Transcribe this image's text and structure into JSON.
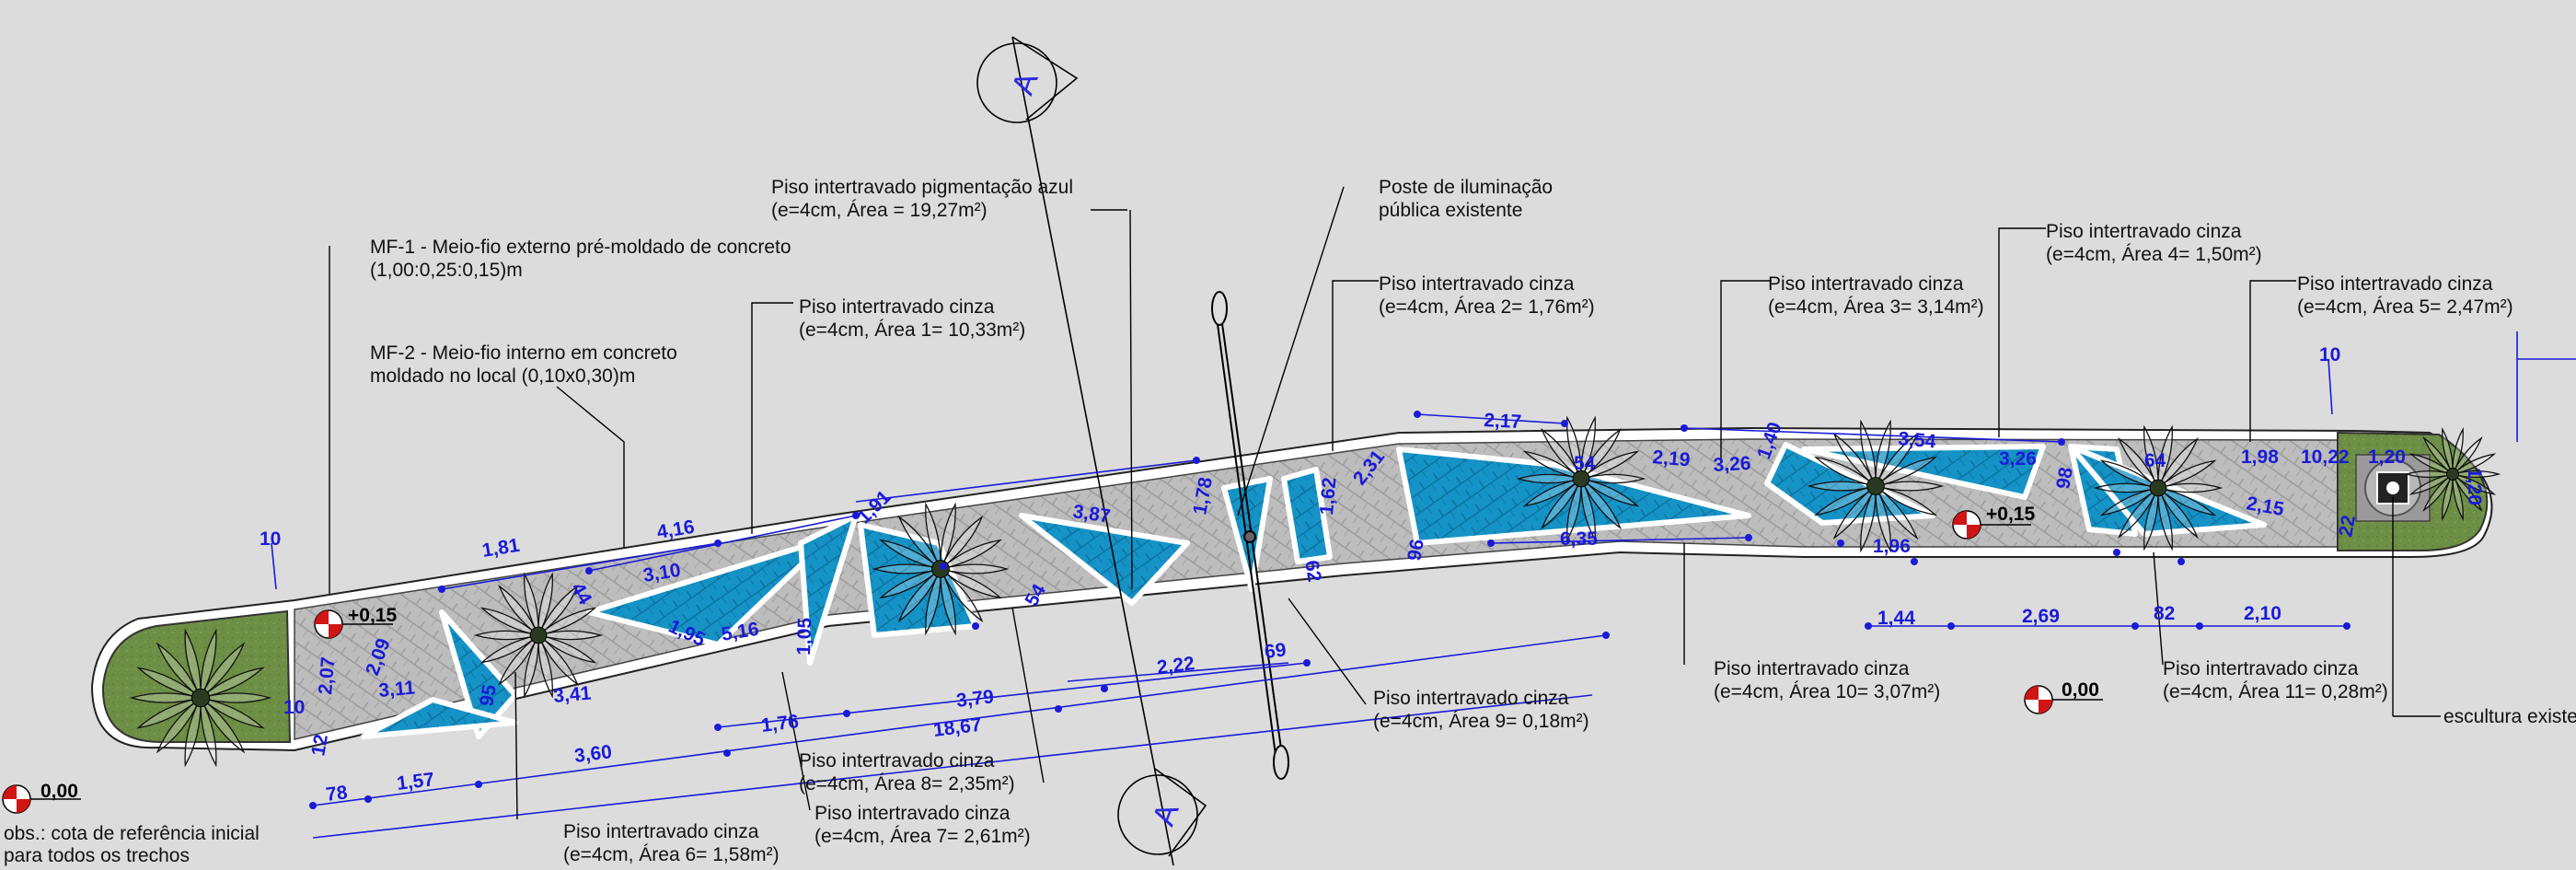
{
  "colors": {
    "background": "#dcdcdc",
    "blue_paving": "#1593c7",
    "gray_paving": "#b9b9b9",
    "grass": "#6d8f45",
    "dimension": "#1a1ad8",
    "level_marker": "#d01515",
    "leader": "#000000"
  },
  "callouts": {
    "azul": [
      "Piso intertravado pigmentação azul",
      "(e=4cm, Área = 19,27m²)"
    ],
    "poste": [
      "Poste de iluminação",
      "pública existente"
    ],
    "mf1": [
      "MF-1 - Meio-fio externo pré-moldado de concreto",
      "(1,00:0,25:0,15)m"
    ],
    "mf2": [
      "MF-2 - Meio-fio interno em concreto",
      "moldado no local (0,10x0,30)m"
    ],
    "area1": [
      "Piso intertravado cinza",
      "(e=4cm, Área 1= 10,33m²)"
    ],
    "area2": [
      "Piso intertravado cinza",
      "(e=4cm, Área 2= 1,76m²)"
    ],
    "area3": [
      "Piso intertravado cinza",
      "(e=4cm, Área 3= 3,14m²)"
    ],
    "area4": [
      "Piso intertravado cinza",
      "(e=4cm, Área 4= 1,50m²)"
    ],
    "area5": [
      "Piso intertravado cinza",
      "(e=4cm, Área 5= 2,47m²)"
    ],
    "area6": [
      "Piso intertravado cinza",
      "(e=4cm, Área 6= 1,58m²)"
    ],
    "area7": [
      "Piso intertravado cinza",
      "(e=4cm, Área 7= 2,61m²)"
    ],
    "area8": [
      "Piso intertravado cinza",
      "(e=4cm, Área 8= 2,35m²)"
    ],
    "area9": [
      "Piso intertravado cinza",
      "(e=4cm, Área 9= 0,18m²)"
    ],
    "area10": [
      "Piso intertravado cinza",
      "(e=4cm, Área 10= 3,07m²)"
    ],
    "area11": [
      "Piso intertravado cinza",
      "(e=4cm, Área 11= 0,28m²)"
    ],
    "escultura": "escultura existe",
    "obs": [
      "obs.: cota de referência inicial",
      "para todos os trechos"
    ]
  },
  "section_marker_letter": "A",
  "levels": {
    "start": "+0,15",
    "mid": "+0,15",
    "ref_left": "0,00",
    "ref_right": "0,00"
  },
  "dimensions": {
    "d1_81": "1,81",
    "d4_16": "4,16",
    "d3_10": "3,10",
    "d1_95": "1,95",
    "d5_16": "5,16",
    "d1_05": "1,05",
    "d2_09": "2,09",
    "d2_07": "2,07",
    "d3_11": "3,11",
    "d3_41": "3,41",
    "d1_91": "1,91",
    "d3_87": "3,87",
    "d1_78": "1,78",
    "d2_31": "2,31",
    "d1_62": "1,62",
    "d2_17": "2,17",
    "d2_19": "2,19",
    "d3_26a": "3,26",
    "d1_40": "1,40",
    "d3_54": "3,54",
    "d3_26b": "3,26",
    "d1_98": "1,98",
    "d10_22": "10,22",
    "d1_20a": "1,20",
    "d1_20b": "1,20",
    "d6_35": "6,35",
    "d1_96": "1,96",
    "d2_15": "2,15",
    "d1_44": "1,44",
    "d2_69": "2,69",
    "d82": "82",
    "d2_10": "2,10",
    "d3_79": "3,79",
    "d18_67": "18,67",
    "d2_22": "2,22",
    "d69": "69",
    "d1_76": "1,76",
    "d3_60": "3,60",
    "d1_57": "1,57",
    "d78": "78",
    "d10a": "10",
    "d10b": "10",
    "d10c": "10",
    "d12": "12",
    "d95": "95",
    "d54": "54",
    "d96": "96",
    "d62": "62",
    "d44": "44",
    "d54b": "54",
    "d98": "98",
    "d22": "22",
    "d64": "64"
  }
}
